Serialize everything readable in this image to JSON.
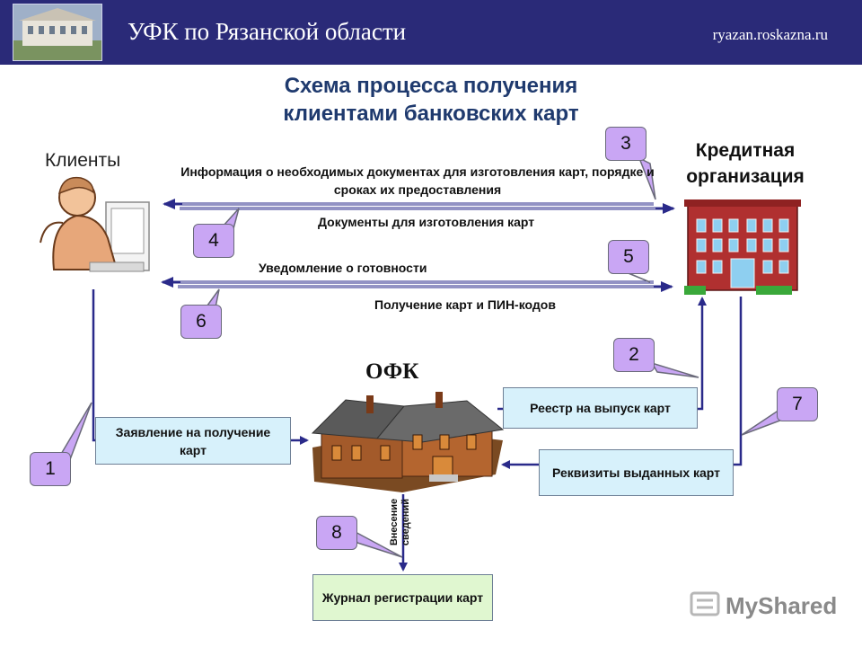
{
  "header": {
    "title": "УФК по Рязанской области",
    "site": "ryazan.roskazna.ru"
  },
  "slide": {
    "title_line1": "Схема процесса получения",
    "title_line2": "клиентами банковских карт"
  },
  "actors": {
    "clients": "Клиенты",
    "bank_line1": "Кредитная",
    "bank_line2": "организация",
    "ofk": "ОФК"
  },
  "messages": {
    "m3": "Информация о необходимых документах для изготовления карт, порядке и сроках их предоставления",
    "m4": "Документы для изготовления карт",
    "m5": "Уведомление о готовности",
    "m6": "Получение карт и ПИН-кодов"
  },
  "boxes": {
    "application": "Заявление на получение карт",
    "registry": "Реестр на выпуск карт",
    "requisites": "Реквизиты выданных карт",
    "journal": "Журнал регистрации карт"
  },
  "vertical_label": "Внесение сведений",
  "steps": [
    "1",
    "2",
    "3",
    "4",
    "5",
    "6",
    "7",
    "8"
  ],
  "watermark": "MyShared",
  "colors": {
    "header_bg": "#2a2a78",
    "title": "#1f3a6e",
    "arrow": "#2a2a8a",
    "step_fill": "#c9a6f4",
    "box_blue": "#d7f1fb",
    "box_green": "#e0f7d0"
  }
}
